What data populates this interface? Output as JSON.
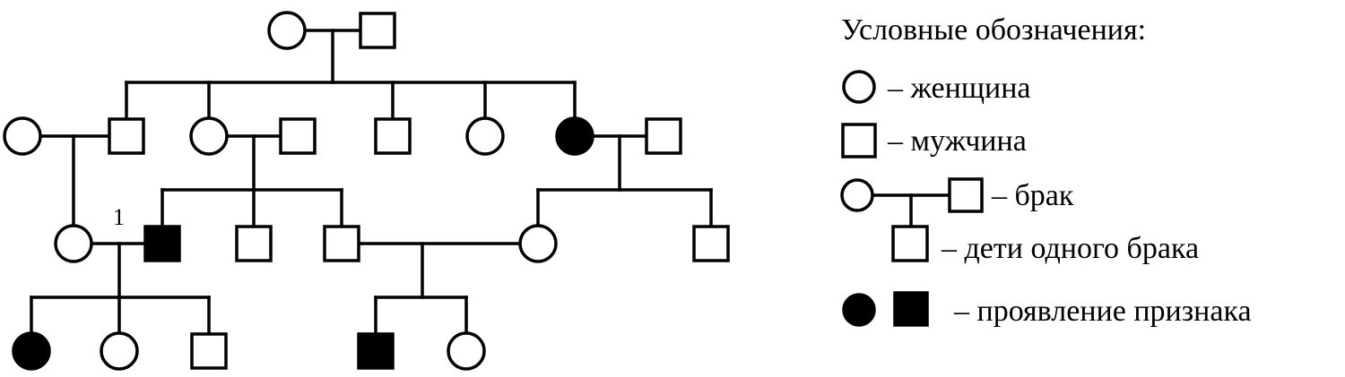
{
  "individual_label": "1",
  "legend": {
    "title": "Условные обозначения:",
    "female": "– женщина",
    "male": "– мужчина",
    "marriage": "– брак",
    "children": "– дети одного брака",
    "affected": "– проявление признака"
  },
  "colors": {
    "affected": "#000000",
    "unaffected": "#ffffff",
    "line": "#000000"
  }
}
